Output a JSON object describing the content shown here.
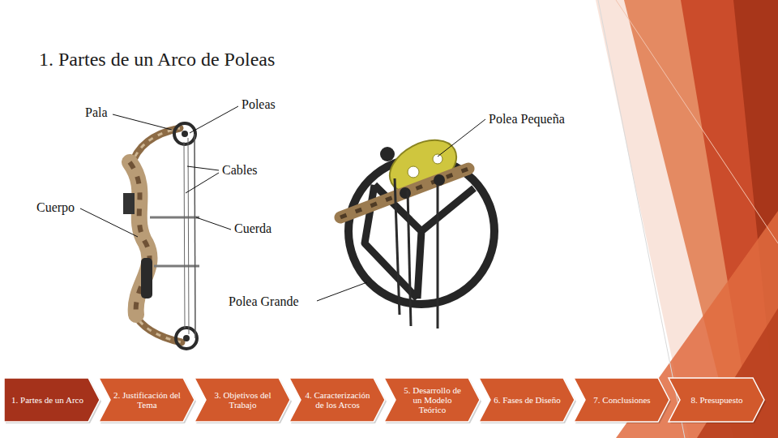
{
  "diagram": {
    "title": "1. Partes de un Arco de Poleas",
    "nodes": [
      {
        "text": [
          "1. Partes de un Arco"
        ]
      },
      {
        "text": [
          "2. Justificación del Tema"
        ]
      },
      {
        "text": [
          "3. Objetivos del Trabajo"
        ]
      },
      {
        "text": [
          "4. Caracterización de los Arcos"
        ]
      },
      {
        "text": [
          "5. Desarrollo de un Modelo Teórico"
        ]
      },
      {
        "text": [
          "6. Fases de Diseño"
        ]
      },
      {
        "text": [
          "7. Conclusiones"
        ]
      },
      {
        "text": [
          "8. Presupuesto"
        ]
      }
    ],
    "labels": [
      "Pala",
      "Poleas",
      "Polea Pequeña",
      "Cables",
      "Cuerpo",
      "Cuerda",
      "Polea Grande"
    ]
  }
}
